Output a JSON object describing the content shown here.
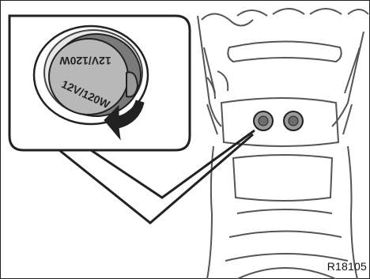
{
  "figure": {
    "reference_code": "R18105",
    "cap_text_top": "12V/120W",
    "cap_text_bottom": "12V/120W"
  },
  "colors": {
    "line": "#333333",
    "background": "#ffffff",
    "cap_fill": "#b8b8b8",
    "cap_dark": "#7a7a7a",
    "arrow": "#222222"
  },
  "icons": [
    "power-outlet-cap-icon",
    "rotate-arrow-icon",
    "power-outlet-socket-icon"
  ]
}
